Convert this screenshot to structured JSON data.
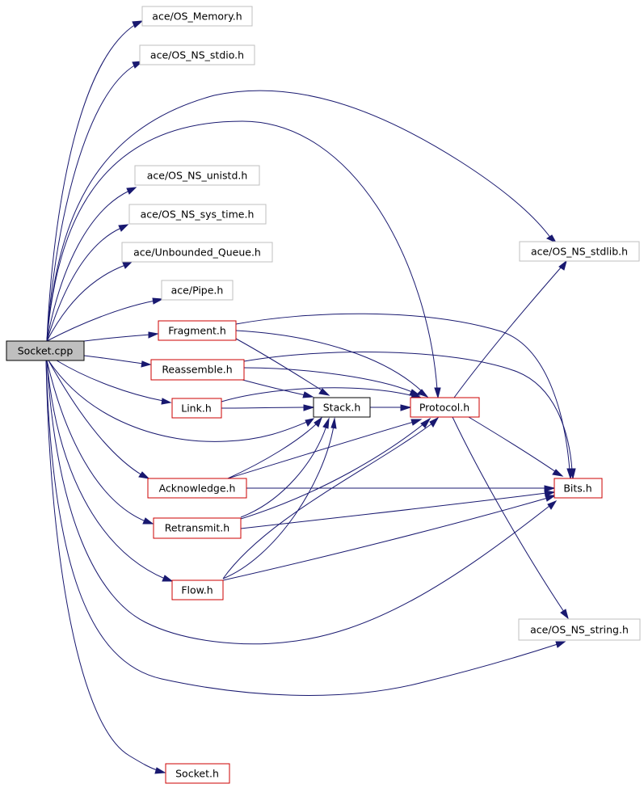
{
  "colors": {
    "edge": "#191970",
    "node_border_external": "#bfbfbf",
    "node_border_documented": "#cc0000",
    "node_border_plain": "#000000",
    "root_fill": "#bfbfbf"
  },
  "nodes": {
    "socket_cpp": "Socket.cpp",
    "os_memory": "ace/OS_Memory.h",
    "os_ns_stdio": "ace/OS_NS_stdio.h",
    "os_ns_unistd": "ace/OS_NS_unistd.h",
    "os_ns_sys_time": "ace/OS_NS_sys_time.h",
    "unbounded_queue": "ace/Unbounded_Queue.h",
    "pipe": "ace/Pipe.h",
    "os_ns_stdlib": "ace/OS_NS_stdlib.h",
    "fragment": "Fragment.h",
    "reassemble": "Reassemble.h",
    "link": "Link.h",
    "stack": "Stack.h",
    "protocol": "Protocol.h",
    "acknowledge": "Acknowledge.h",
    "bits": "Bits.h",
    "retransmit": "Retransmit.h",
    "flow": "Flow.h",
    "os_ns_string": "ace/OS_NS_string.h",
    "socket_h": "Socket.h"
  }
}
